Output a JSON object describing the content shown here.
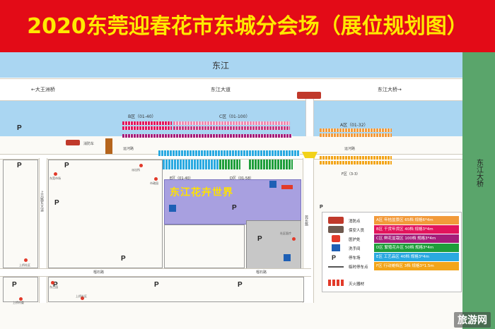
{
  "title": "2020东莞迎春花市东城分会场（展位规划图）",
  "labels": {
    "river": "东江",
    "road_left": "←大王洲桥",
    "road_mid": "东江大道",
    "road_right": "东江大桥→",
    "bridge_side": "东江大桥",
    "zone_a": "A区（01-32）",
    "zone_b": "B区（01-40）",
    "zone_c": "C区（01-100）",
    "zone_d": "D区（01-58）",
    "zone_e": "E区（01-40）",
    "zone_f": "F区（3-3）",
    "flower_world": "东江花卉世界",
    "road_bottom_1": "榴石路",
    "road_bottom_2": "榴石路",
    "road_right_vertical": "莞长路",
    "road_left_vertical": "上元路东大道",
    "road_slope_left": "运河路",
    "road_slope_right": "运河路",
    "fire_station": "消防车",
    "watermark": "旅游网"
  },
  "parking_symbol": "P",
  "legend": [
    {
      "label": "消防点",
      "text": "A区 年桔盆景区 65档 规格6*4m",
      "color": "#f29a3a"
    },
    {
      "label": "保安人员",
      "text": "B区 干货年货区 40档 规格3*4m",
      "color": "#e2145c"
    },
    {
      "label": "医护处",
      "text": "C区 鲜花盆栽区 100档 规格3*4m",
      "color": "#a51d7a"
    },
    {
      "label": "洗手间",
      "text": "D区 繁殖花卉区 50档 规格3*4m",
      "color": "#1e9e3a"
    },
    {
      "label": "停车场",
      "text": "E区 工艺品区 40档 规格3*4m",
      "color": "#2aa9e0"
    },
    {
      "label": "临时停车点",
      "text": "F区 行动摊档区 3档 规格3*1.5m",
      "color": "#f2a51a"
    },
    {
      "label": "灭火器材",
      "text": "",
      "color": ""
    }
  ],
  "colors": {
    "title_bg": "#e30b17",
    "title_fg": "#ffe900",
    "river": "#aad6f2",
    "green_side": "#5aa56b",
    "purple_block": "#a8a0e0"
  },
  "poi_labels": [
    "东莞市场",
    "市政园",
    "上桥社区",
    "东江园",
    "上桥社区",
    "社区医疗",
    "上桥村委",
    "派出所"
  ]
}
